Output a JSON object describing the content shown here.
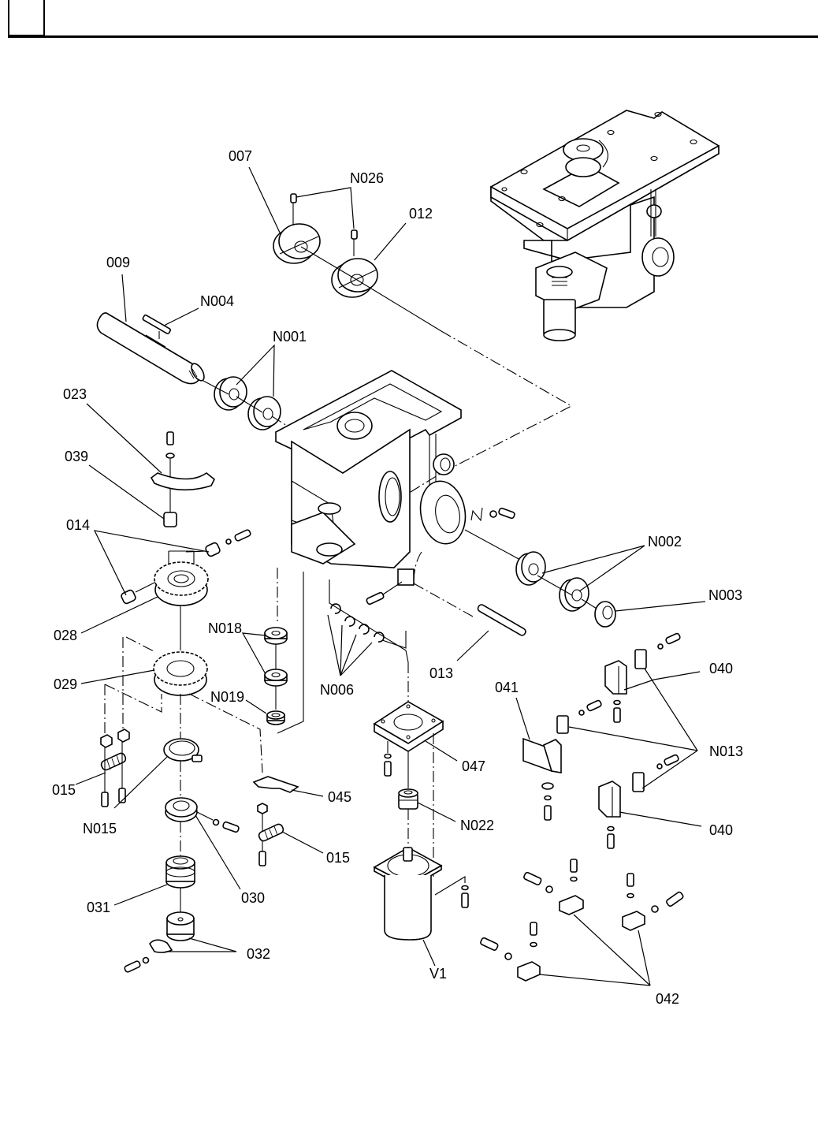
{
  "document": {
    "type": "exploded parts diagram",
    "header_index_box": ""
  },
  "labels": {
    "p007": "007",
    "n026": "N026",
    "p012": "012",
    "p009": "009",
    "n004": "N004",
    "n001": "N001",
    "p023": "023",
    "p039": "039",
    "p014": "014",
    "p028": "028",
    "p029": "029",
    "n018": "N018",
    "n019": "N019",
    "n006": "N006",
    "n002": "N002",
    "n003": "N003",
    "p013": "013",
    "p040a": "040",
    "p041": "041",
    "n013": "N013",
    "p040b": "040",
    "p047": "047",
    "p015a": "015",
    "p045": "045",
    "n015": "N015",
    "n022": "N022",
    "p015b": "015",
    "p030": "030",
    "p031": "031",
    "p032": "032",
    "v1": "V1",
    "p042": "042"
  }
}
